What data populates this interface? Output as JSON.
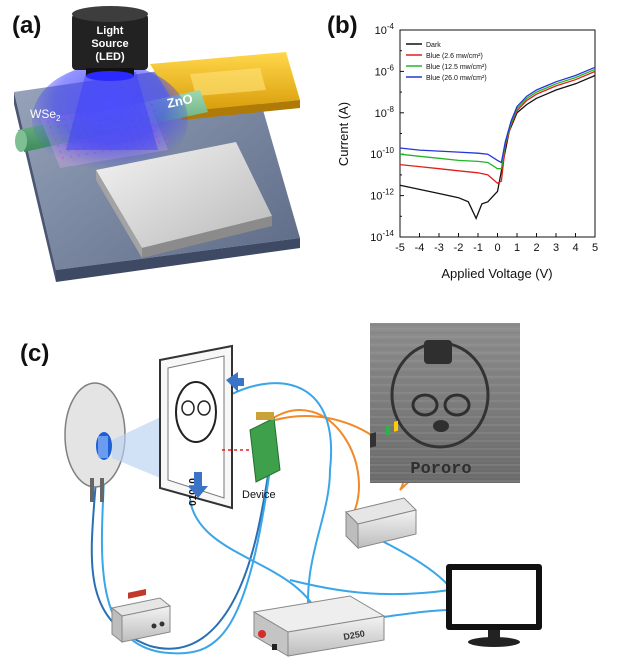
{
  "panels": {
    "a": "(a)",
    "b": "(b)",
    "c": "(c)"
  },
  "panel_a": {
    "light_source_lines": [
      "Light",
      "Source",
      "(LED)"
    ],
    "zno_label": "ZnO",
    "wse2_label": "WSe",
    "wse2_sub": "2"
  },
  "panel_c": {
    "device_label": "Device",
    "image_caption": "Pororo",
    "stage_text": "01010",
    "controller_label": "D250"
  },
  "colors": {
    "dark": "#111111",
    "red": "#e0201c",
    "green": "#22b52a",
    "blue": "#2436d8",
    "led_blue": "#3a3cff",
    "gold": "#f2c21b",
    "cable_blue": "#3aa6e8",
    "cable_orange": "#f08a2a"
  },
  "chart_data": {
    "type": "line",
    "xlabel": "Applied Voltage (V)",
    "ylabel": "Current (A)",
    "xlim": [
      -5,
      5
    ],
    "ylim_exp": [
      -14,
      -4
    ],
    "yscale": "log",
    "x_ticks": [
      "-5",
      "-4",
      "-3",
      "-2",
      "-1",
      "0",
      "1",
      "2",
      "3",
      "4",
      "5"
    ],
    "y_ticks": [
      {
        "base": "10",
        "exp": "-4"
      },
      {
        "base": "10",
        "exp": "-6"
      },
      {
        "base": "10",
        "exp": "-8"
      },
      {
        "base": "10",
        "exp": "-10"
      },
      {
        "base": "10",
        "exp": "-12"
      },
      {
        "base": "10",
        "exp": "-14"
      }
    ],
    "legend_position": "top-left",
    "series": [
      {
        "name": "Dark",
        "color": "#111111",
        "x": [
          -5,
          -4,
          -3,
          -2,
          -1.5,
          -1.1,
          -0.8,
          -0.5,
          -0.2,
          0,
          0.3,
          0.6,
          1,
          1.5,
          2,
          2.5,
          3,
          4,
          5
        ],
        "y_exp": [
          -11.5,
          -11.7,
          -11.9,
          -12.1,
          -12.3,
          -13.1,
          -12.4,
          -12.3,
          -12.0,
          -11.8,
          -10.3,
          -8.9,
          -8.0,
          -7.6,
          -7.3,
          -7.1,
          -6.9,
          -6.6,
          -6.2
        ]
      },
      {
        "name": "Blue (2.6 mw/cm²)",
        "color": "#e0201c",
        "x": [
          -5,
          -4,
          -3,
          -2,
          -1,
          -0.5,
          0,
          0.2,
          0.4,
          0.7,
          1,
          1.5,
          2,
          2.5,
          3,
          4,
          5
        ],
        "y_exp": [
          -10.5,
          -10.6,
          -10.7,
          -10.8,
          -10.9,
          -11.0,
          -11.4,
          -11.3,
          -9.6,
          -8.6,
          -7.9,
          -7.4,
          -7.1,
          -6.9,
          -6.7,
          -6.4,
          -6.0
        ]
      },
      {
        "name": "Blue (12.5 mw/cm²)",
        "color": "#22b52a",
        "x": [
          -5,
          -4,
          -3,
          -2,
          -1,
          -0.5,
          0,
          0.2,
          0.4,
          0.7,
          1,
          1.5,
          2,
          2.5,
          3,
          4,
          5
        ],
        "y_exp": [
          -10.0,
          -10.1,
          -10.2,
          -10.3,
          -10.35,
          -10.4,
          -10.7,
          -10.7,
          -9.5,
          -8.5,
          -7.8,
          -7.3,
          -7.0,
          -6.8,
          -6.6,
          -6.3,
          -5.9
        ]
      },
      {
        "name": "Blue (26.0 mw/cm²)",
        "color": "#2436d8",
        "x": [
          -5,
          -4,
          -3,
          -2,
          -1,
          -0.5,
          0,
          0.2,
          0.4,
          0.7,
          1,
          1.5,
          2,
          2.5,
          3,
          4,
          5
        ],
        "y_exp": [
          -9.7,
          -9.8,
          -9.85,
          -9.9,
          -9.95,
          -10.0,
          -10.3,
          -10.4,
          -9.4,
          -8.4,
          -7.7,
          -7.2,
          -6.9,
          -6.7,
          -6.5,
          -6.2,
          -5.8
        ]
      }
    ]
  }
}
